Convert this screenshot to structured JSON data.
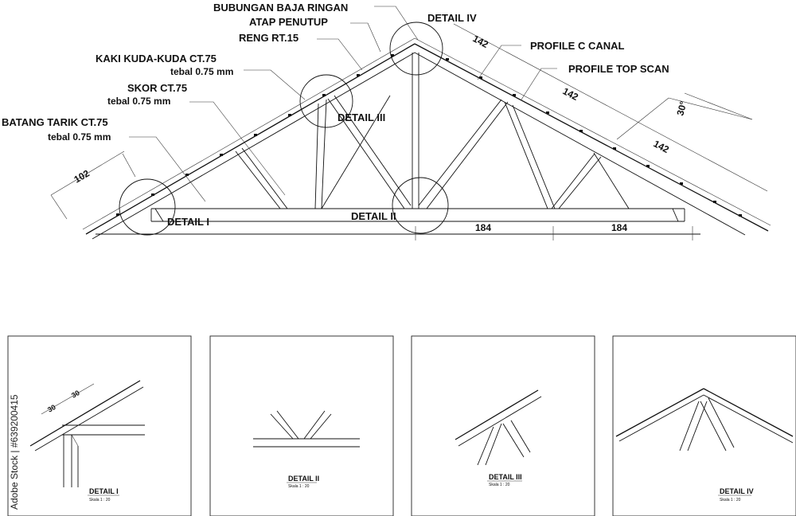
{
  "labels": {
    "bubungan": "BUBUNGAN BAJA RINGAN",
    "atap": "ATAP PENUTUP",
    "reng": "RENG RT.15",
    "kaki": "KAKI KUDA-KUDA CT.75",
    "kaki_tebal": "tebal 0.75 mm",
    "skor": "SKOR CT.75",
    "skor_tebal": "tebal 0.75 mm",
    "batang": "BATANG TARIK CT.75",
    "batang_tebal": "tebal 0.75 mm",
    "profile_c": "PROFILE C CANAL",
    "profile_top": "PROFILE TOP SCAN",
    "detail_1": "DETAIL I",
    "detail_2": "DETAIL II",
    "detail_3": "DETAIL III",
    "detail_4": "DETAIL IV"
  },
  "dimensions": {
    "d102": "102",
    "d142a": "142",
    "d142b": "142",
    "d142c": "142",
    "d184a": "184",
    "d184b": "184",
    "angle": "30°"
  },
  "details": [
    {
      "title": "DETAIL I",
      "scale": "Skala 1 : 20"
    },
    {
      "title": "DETAIL II",
      "scale": "Skala 1 : 20"
    },
    {
      "title": "DETAIL III",
      "scale": "Skala 1 : 20"
    },
    {
      "title": "DETAIL IV",
      "scale": "Skala 1 : 20"
    }
  ],
  "detail1_dims": {
    "a": "30",
    "b": "30"
  },
  "watermark": "Adobe Stock | #639200415"
}
